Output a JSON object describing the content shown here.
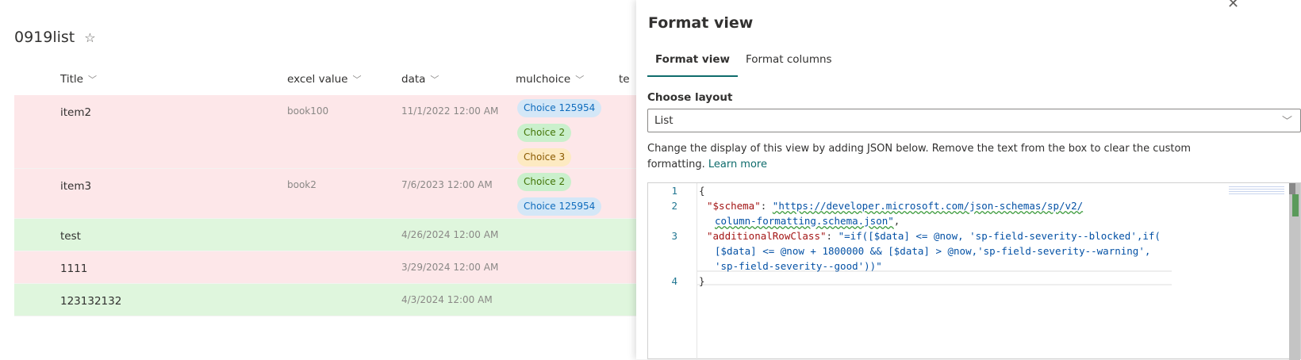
{
  "list": {
    "title": "0919list",
    "columns": [
      "Title",
      "excel value",
      "data",
      "mulchoice",
      "te"
    ],
    "rows": [
      {
        "title": "item2",
        "excel": "book100",
        "data": "11/1/2022 12:00 AM",
        "status": "blocked",
        "choices": [
          {
            "label": "Choice 125954",
            "bg": "#d4e7f7",
            "fg": "#0f6cbd"
          },
          {
            "label": "Choice 2",
            "bg": "#caf0cc",
            "fg": "#437406"
          },
          {
            "label": "Choice 3",
            "bg": "#fdeac2",
            "fg": "#8a5a00"
          }
        ]
      },
      {
        "title": "item3",
        "excel": "book2",
        "data": "7/6/2023 12:00 AM",
        "status": "blocked",
        "choices": [
          {
            "label": "Choice 2",
            "bg": "#caf0cc",
            "fg": "#437406"
          },
          {
            "label": "Choice 125954",
            "bg": "#d4e7f7",
            "fg": "#0f6cbd"
          }
        ]
      },
      {
        "title": "test",
        "excel": "",
        "data": "4/26/2024 12:00 AM",
        "status": "good",
        "choices": []
      },
      {
        "title": "1111",
        "excel": "",
        "data": "3/29/2024 12:00 AM",
        "status": "blocked",
        "choices": []
      },
      {
        "title": "123132132",
        "excel": "",
        "data": "4/3/2024 12:00 AM",
        "status": "good",
        "choices": []
      }
    ]
  },
  "panel": {
    "title": "Format view",
    "tabs": [
      "Format view",
      "Format columns"
    ],
    "layout_label": "Choose layout",
    "layout_value": "List",
    "description": "Change the display of this view by adding JSON below. Remove the text from the box to clear the custom formatting. ",
    "learn_more": "Learn more",
    "code": {
      "l1": "{",
      "l2a": "\"$schema\"",
      "l2b": ": ",
      "l2c": "\"https://developer.microsoft.com/json-schemas/sp/v2/",
      "l2d": "column-formatting.schema.json\"",
      "l2e": ",",
      "l3a": "\"additionalRowClass\"",
      "l3b": ": ",
      "l3c": "\"=if([$data] <= @now, 'sp-field-severity--blocked',if(",
      "l3d": "[$data] <= @now + 1800000 && [$data] > @now,'sp-field-severity--warning',",
      "l3e": "'sp-field-severity--good'))\"",
      "l4": "}"
    },
    "line_numbers": [
      "1",
      "2",
      "3",
      "4"
    ]
  },
  "colors": {
    "blocked": "#fde7e9",
    "good": "#dff6dd",
    "accent": "#0f6c6c"
  }
}
